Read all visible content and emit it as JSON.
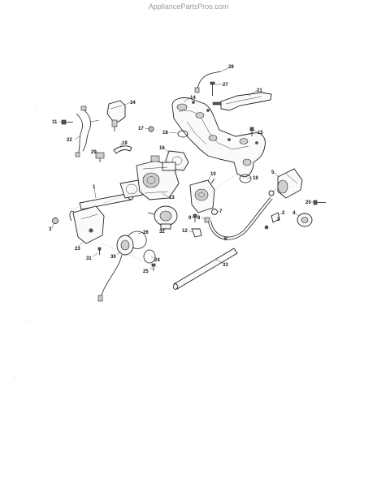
{
  "watermark": "AppliancePartsPros.com",
  "callouts": [
    {
      "id": "c1",
      "label": "1"
    },
    {
      "id": "c2",
      "label": "2"
    },
    {
      "id": "c3",
      "label": "3"
    },
    {
      "id": "c4",
      "label": "4"
    },
    {
      "id": "c5",
      "label": "5"
    },
    {
      "id": "c6",
      "label": "6"
    },
    {
      "id": "c7",
      "label": "7"
    },
    {
      "id": "c8",
      "label": "8"
    },
    {
      "id": "c9",
      "label": "9"
    },
    {
      "id": "c10",
      "label": "10"
    },
    {
      "id": "c11",
      "label": "11"
    },
    {
      "id": "c12",
      "label": "12"
    },
    {
      "id": "c13",
      "label": "13"
    },
    {
      "id": "c14",
      "label": "14"
    },
    {
      "id": "c15",
      "label": "15"
    },
    {
      "id": "c16",
      "label": "16"
    },
    {
      "id": "c17",
      "label": "17"
    },
    {
      "id": "c18",
      "label": "18"
    },
    {
      "id": "c19",
      "label": "19"
    },
    {
      "id": "c20",
      "label": "20"
    },
    {
      "id": "c21",
      "label": "21"
    },
    {
      "id": "c22",
      "label": "22"
    },
    {
      "id": "c23",
      "label": "23"
    },
    {
      "id": "c24",
      "label": "24"
    },
    {
      "id": "c25",
      "label": "25"
    },
    {
      "id": "c26",
      "label": "26"
    },
    {
      "id": "c27",
      "label": "27"
    },
    {
      "id": "c28",
      "label": "28"
    },
    {
      "id": "c29",
      "label": "29"
    },
    {
      "id": "c30",
      "label": "30"
    },
    {
      "id": "c31",
      "label": "31"
    },
    {
      "id": "c32",
      "label": "32"
    },
    {
      "id": "c33",
      "label": "33"
    },
    {
      "id": "c34",
      "label": "34"
    }
  ]
}
